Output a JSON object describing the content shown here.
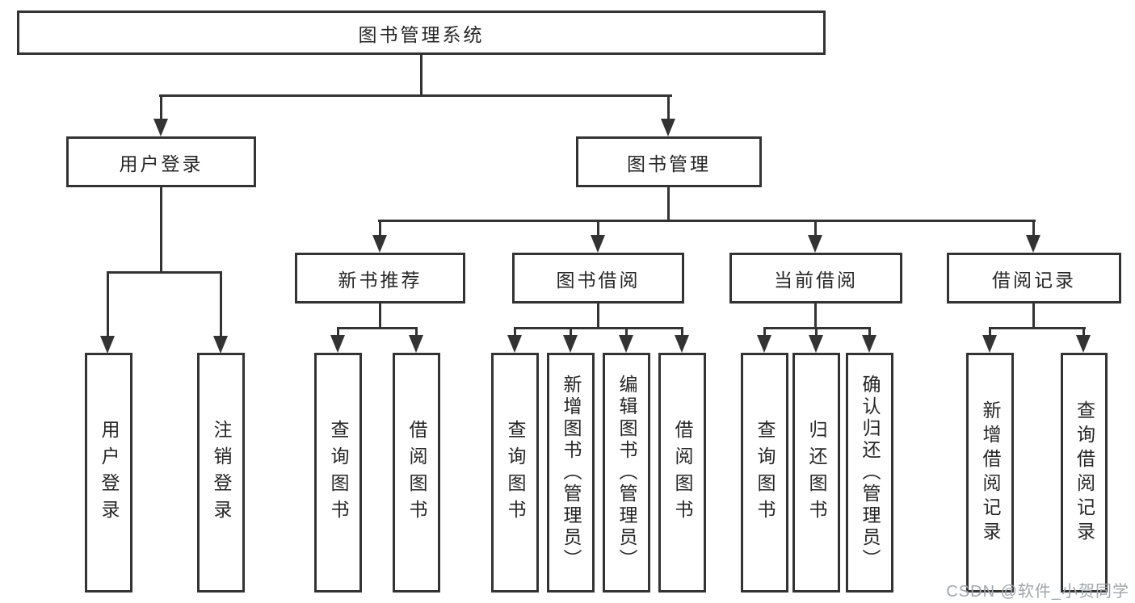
{
  "diagram": {
    "colors": {
      "line": "#333333",
      "text": "#262626",
      "watermark": "#a0a6ab",
      "background": "#ffffff"
    },
    "root": {
      "label": "图书管理系统"
    },
    "level2": {
      "user_login": {
        "label": "用户登录"
      },
      "book_mgmt": {
        "label": "图书管理"
      }
    },
    "level3": {
      "new_book_rec": {
        "label": "新书推荐"
      },
      "book_borrow": {
        "label": "图书借阅"
      },
      "current_borrow": {
        "label": "当前借阅"
      },
      "borrow_records": {
        "label": "借阅记录"
      }
    },
    "leaves": {
      "login": {
        "label": "用户登录"
      },
      "logout": {
        "label": "注销登录"
      },
      "rec_query": {
        "label": "查询图书"
      },
      "rec_borrow": {
        "label": "借阅图书"
      },
      "bb_query": {
        "label": "查询图书"
      },
      "bb_add": {
        "label": "新增图书（管理员）"
      },
      "bb_edit": {
        "label": "编辑图书（管理员）"
      },
      "bb_borrow": {
        "label": "借阅图书"
      },
      "cur_query": {
        "label": "查询图书"
      },
      "cur_return": {
        "label": "归还图书"
      },
      "cur_confirm": {
        "label": "确认归还（管理员）"
      },
      "records_add": {
        "label": "新增借阅记录"
      },
      "records_query": {
        "label": "查询借阅记录"
      }
    },
    "structure": [
      {
        "parent": "图书管理系统",
        "children": [
          "用户登录",
          "图书管理"
        ]
      },
      {
        "parent": "用户登录",
        "children": [
          "用户登录",
          "注销登录"
        ]
      },
      {
        "parent": "图书管理",
        "children": [
          "新书推荐",
          "图书借阅",
          "当前借阅",
          "借阅记录"
        ]
      },
      {
        "parent": "新书推荐",
        "children": [
          "查询图书",
          "借阅图书"
        ]
      },
      {
        "parent": "图书借阅",
        "children": [
          "查询图书",
          "新增图书（管理员）",
          "编辑图书（管理员）",
          "借阅图书"
        ]
      },
      {
        "parent": "当前借阅",
        "children": [
          "查询图书",
          "归还图书",
          "确认归还（管理员）"
        ]
      },
      {
        "parent": "借阅记录",
        "children": [
          "新增借阅记录",
          "查询借阅记录"
        ]
      }
    ],
    "watermark": "CSDN @软件_小贺同学"
  }
}
